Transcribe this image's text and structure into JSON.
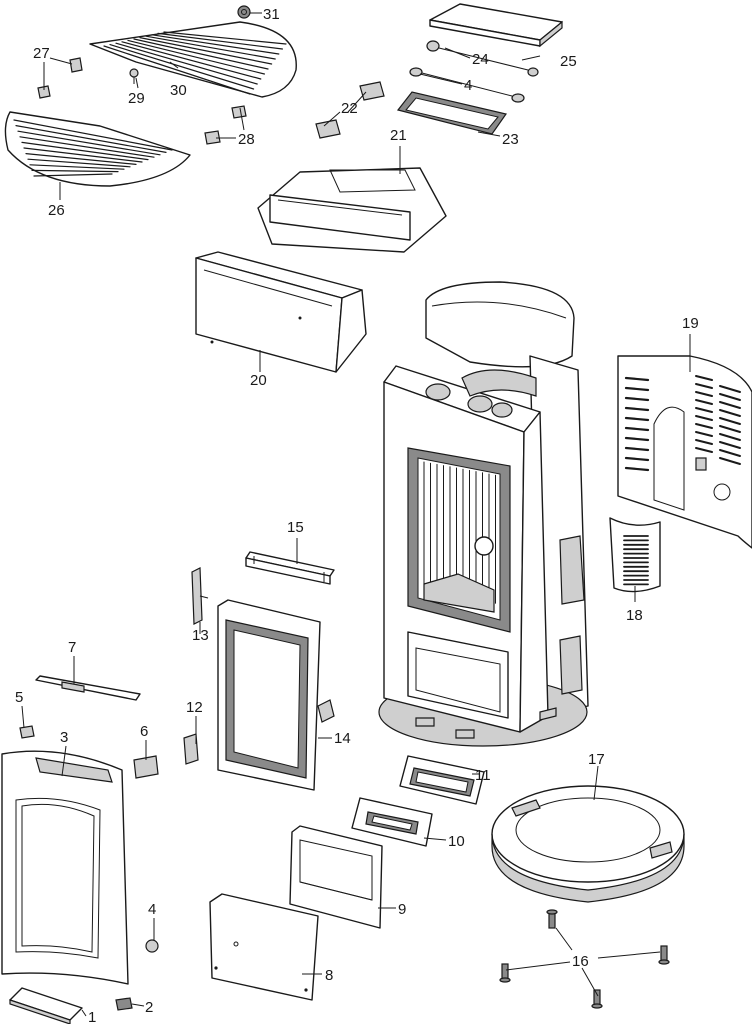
{
  "callouts": {
    "c1": "1",
    "c2": "2",
    "c3": "3",
    "c4a": "4",
    "c4b": "4",
    "c5": "5",
    "c6": "6",
    "c7": "7",
    "c8": "8",
    "c9": "9",
    "c10": "10",
    "c11": "11",
    "c12": "12",
    "c13": "13",
    "c14": "14",
    "c15": "15",
    "c16": "16",
    "c17": "17",
    "c18": "18",
    "c19": "19",
    "c20": "20",
    "c21": "21",
    "c22": "22",
    "c23": "23",
    "c24": "24",
    "c25": "25",
    "c26": "26",
    "c27": "27",
    "c28": "28",
    "c29": "29",
    "c30": "30",
    "c31": "31"
  }
}
